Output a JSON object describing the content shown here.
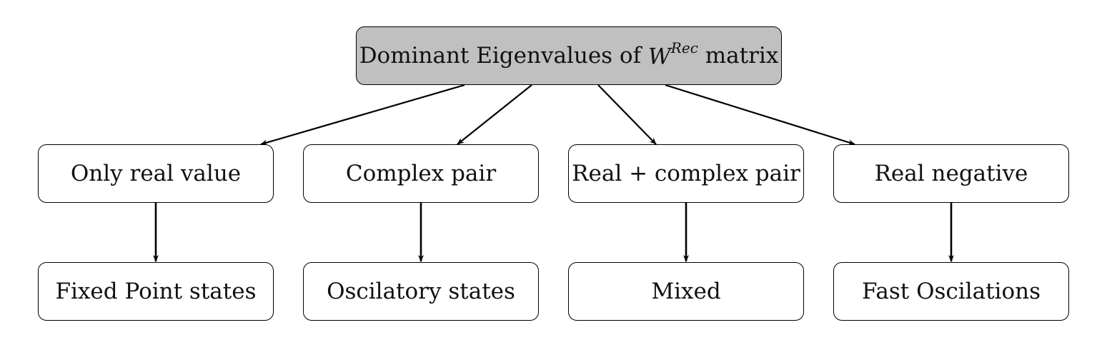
{
  "root": {
    "text_before": "Dominant Eigenvalues of ",
    "math_base": "W",
    "math_sup": "Rec",
    "text_after": " matrix",
    "fill_color": "#c0c0c0"
  },
  "categories": [
    {
      "label": "Only real value"
    },
    {
      "label": "Complex pair"
    },
    {
      "label": "Real + complex pair"
    },
    {
      "label": "Real negative"
    }
  ],
  "outcomes": [
    {
      "label": "Fixed Point states"
    },
    {
      "label": "Oscilatory states"
    },
    {
      "label": "Mixed"
    },
    {
      "label": "Fast Oscilations"
    }
  ]
}
